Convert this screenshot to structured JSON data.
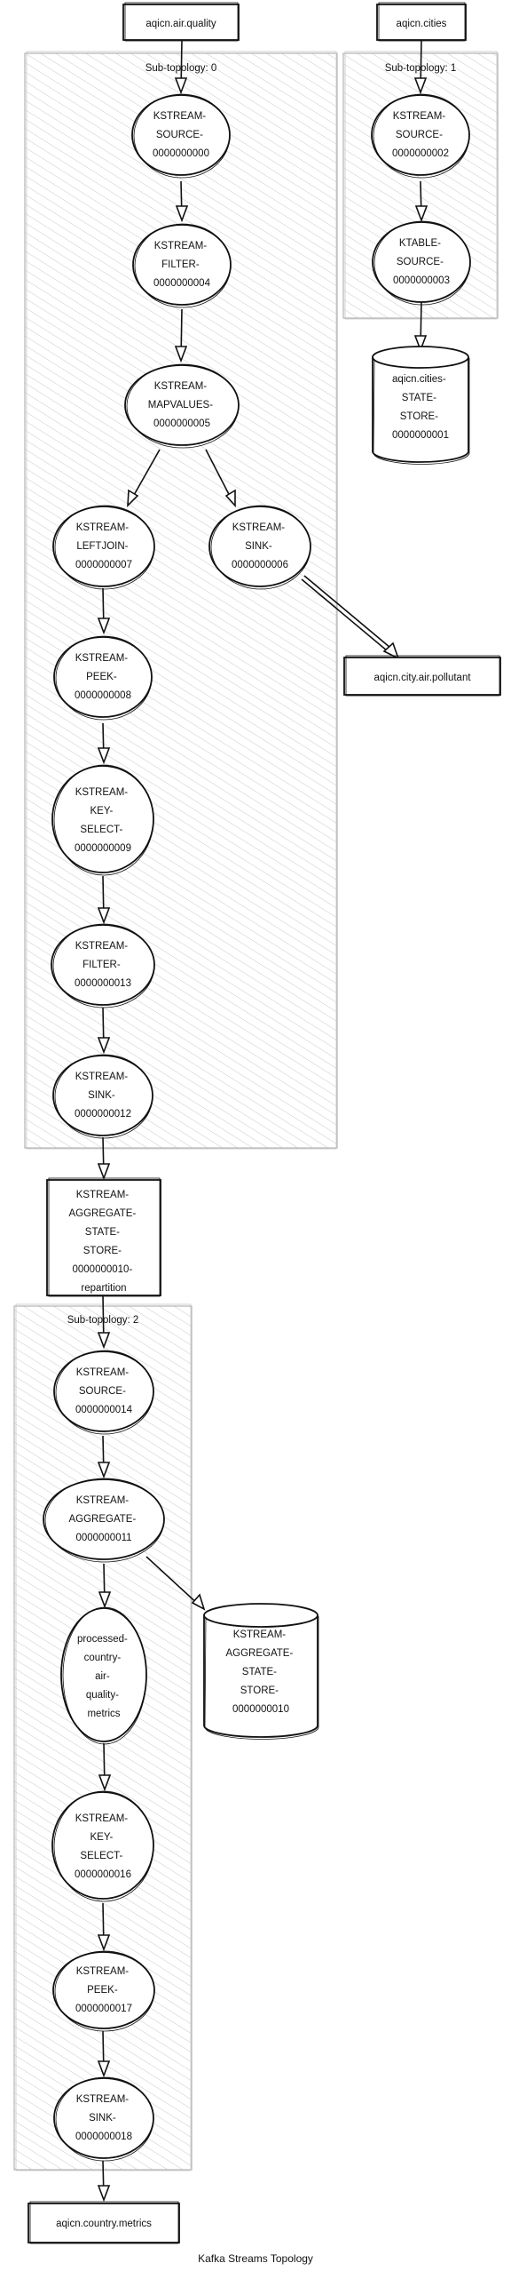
{
  "caption": "Kafka Streams Topology",
  "subtopologies": {
    "st0": "Sub-topology: 0",
    "st1": "Sub-topology: 1",
    "st2": "Sub-topology: 2"
  },
  "topics": {
    "air_quality": "aqicn.air.quality",
    "cities": "aqicn.cities",
    "pollutant": "aqicn.city.air.pollutant",
    "repartition": [
      "KSTREAM-",
      "AGGREGATE-",
      "STATE-",
      "STORE-",
      "0000000010-",
      "repartition"
    ],
    "country_metrics": "aqicn.country.metrics"
  },
  "processors": {
    "source0": [
      "KSTREAM-",
      "SOURCE-",
      "0000000000"
    ],
    "filter4": [
      "KSTREAM-",
      "FILTER-",
      "0000000004"
    ],
    "mapvalues5": [
      "KSTREAM-",
      "MAPVALUES-",
      "0000000005"
    ],
    "leftjoin7": [
      "KSTREAM-",
      "LEFTJOIN-",
      "0000000007"
    ],
    "sink6": [
      "KSTREAM-",
      "SINK-",
      "0000000006"
    ],
    "peek8": [
      "KSTREAM-",
      "PEEK-",
      "0000000008"
    ],
    "keyselect9": [
      "KSTREAM-",
      "KEY-",
      "SELECT-",
      "0000000009"
    ],
    "filter13": [
      "KSTREAM-",
      "FILTER-",
      "0000000013"
    ],
    "sink12": [
      "KSTREAM-",
      "SINK-",
      "0000000012"
    ],
    "source2": [
      "KSTREAM-",
      "SOURCE-",
      "0000000002"
    ],
    "ktable3": [
      "KTABLE-",
      "SOURCE-",
      "0000000003"
    ],
    "source14": [
      "KSTREAM-",
      "SOURCE-",
      "0000000014"
    ],
    "aggregate11": [
      "KSTREAM-",
      "AGGREGATE-",
      "0000000011"
    ],
    "processed": [
      "processed-",
      "country-",
      "air-",
      "quality-",
      "metrics"
    ],
    "keyselect16": [
      "KSTREAM-",
      "KEY-",
      "SELECT-",
      "0000000016"
    ],
    "peek17": [
      "KSTREAM-",
      "PEEK-",
      "0000000017"
    ],
    "sink18": [
      "KSTREAM-",
      "SINK-",
      "0000000018"
    ]
  },
  "stores": {
    "cities_store": [
      "aqicn.cities-",
      "STATE-",
      "STORE-",
      "0000000001"
    ],
    "aggregate_store": [
      "KSTREAM-",
      "AGGREGATE-",
      "STATE-",
      "STORE-",
      "0000000010"
    ]
  }
}
